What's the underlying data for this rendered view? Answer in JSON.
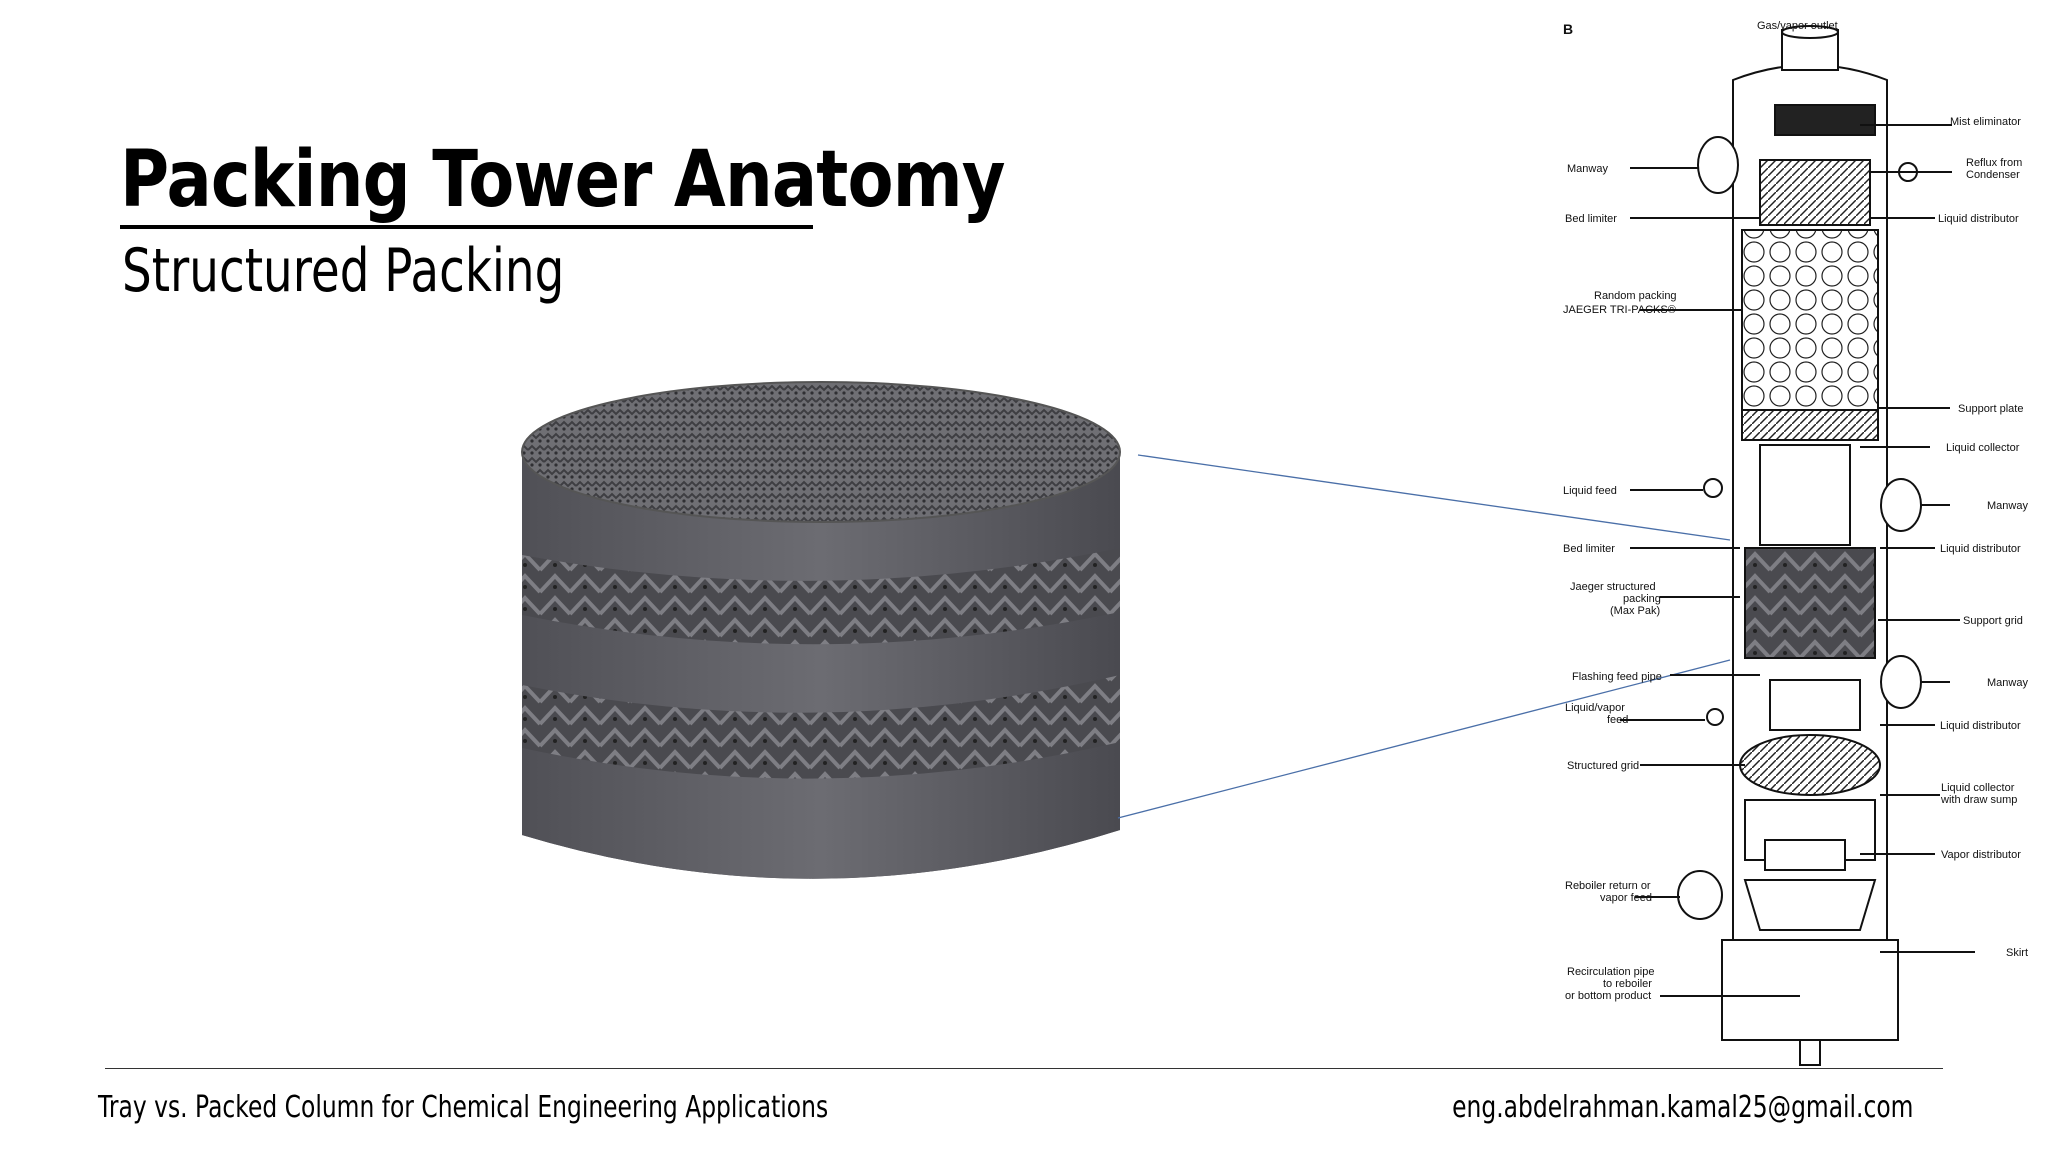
{
  "title": "Packing Tower Anatomy",
  "subtitle": "Structured Packing",
  "footer": {
    "left": "Tray vs. Packed Column for Chemical Engineering Applications",
    "right": "eng.abdelrahman.kamal25@gmail.com"
  },
  "diagram": {
    "panel_letter": "B",
    "top_label": "Gas/vapor outlet",
    "left_labels": {
      "manway": "Manway",
      "bed_limiter_1": "Bed limiter",
      "random_packing_1": "Random packing",
      "random_packing_2": "JAEGER TRI-PACKS®",
      "liquid_feed": "Liquid feed",
      "bed_limiter_2": "Bed limiter",
      "structured_1": "Jaeger structured",
      "structured_2": "packing",
      "structured_3": "(Max Pak)",
      "flashing_feed": "Flashing feed pipe",
      "lv_feed_1": "Liquid/vapor",
      "lv_feed_2": "feed",
      "structured_grid": "Structured grid",
      "reboiler_1": "Reboiler return or",
      "reboiler_2": "vapor feed",
      "recirc_1": "Recirculation pipe",
      "recirc_2": "to reboiler",
      "recirc_3": "or bottom product"
    },
    "right_labels": {
      "mist": "Mist eliminator",
      "reflux_1": "Reflux from",
      "reflux_2": "Condenser",
      "liq_dist_1": "Liquid distributor",
      "support_plate": "Support plate",
      "liq_collector": "Liquid collector",
      "manway_1": "Manway",
      "liq_dist_2": "Liquid distributor",
      "support_grid": "Support grid",
      "manway_2": "Manway",
      "liq_dist_3": "Liquid distributor",
      "liq_coll_sump_1": "Liquid collector",
      "liq_coll_sump_2": "with draw sump",
      "vapor_dist": "Vapor distributor",
      "skirt": "Skirt"
    }
  }
}
